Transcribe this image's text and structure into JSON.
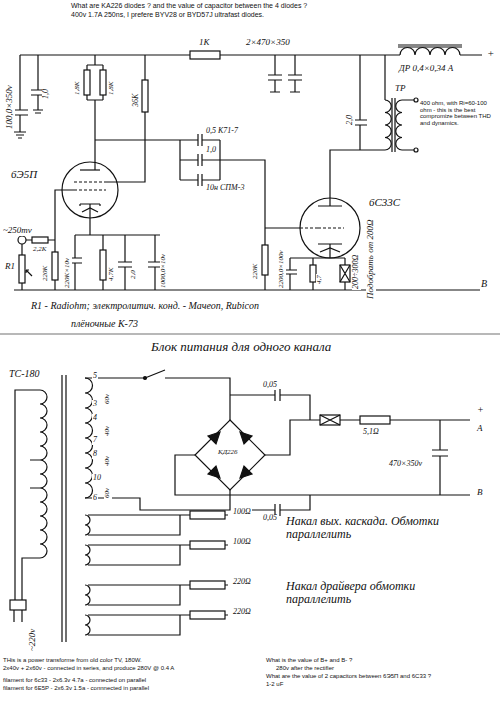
{
  "diagram": {
    "labels": [
      "What are KA226 diodes ? and the value of capacitor between the 4 diodes ?",
      "400v 1.7A 250ns, I prefere BYV28 or BYD57J ultrafast diodes.",
      "100,0×350v",
      "1,0",
      "1,8K",
      "1,8K",
      "36K",
      "1K",
      "2×470×350",
      "ДР 0,4×0,34 A",
      "+",
      "TP",
      "400 ohm, with Ri=60-100 ohm - this is the best compromize between THD and dynamics.",
      "2,0",
      "6Э5П",
      "6С33С",
      "~250mv",
      "R1",
      "2,2K",
      "220K",
      "220K×10v",
      "4,7K",
      "2,0",
      "1000,0×10v",
      "0,5 К71-7",
      "1,0",
      "10н СПМ-3",
      "220K",
      "2200,0×100v",
      "4,7",
      "200÷300Ω",
      "Подобрать от 200Ω",
      "B",
      "R1 - Radiohm; электролитич. конд. - Мачеоп, Rubicon",
      "плёночные К-73",
      "Блок питания для одного канала",
      "ТС-180",
      "5",
      "3",
      "4",
      "7",
      "8",
      "10",
      "6",
      "60v",
      "40v",
      "40v",
      "60v",
      "0,05",
      "0,05",
      "КД226",
      "5,1Ω",
      "+",
      "A",
      "470×350v",
      "B",
      "~220v",
      "100Ω",
      "100Ω",
      "Накал вых. каскада. Обмотки параллелить",
      "220Ω",
      "220Ω",
      "Накал драйвера обмотки параллелить",
      "THis is a power transforme from old color TV, 180W.",
      "2x40v + 2x60v - connected in series, and produce 280V @ 0.4 A",
      "filament for 6c33 - 2x6.3v 4.7a - connected on parallel",
      "filament for 6E5P - 2x6.3v 1.5a - connnected in parallel",
      "What is the value of B+ and B- ?",
      "280v after the rectifier",
      "What are the value of 2 capacitors between 6Э5П and 6C33 ?",
      "1-2 uF"
    ]
  }
}
